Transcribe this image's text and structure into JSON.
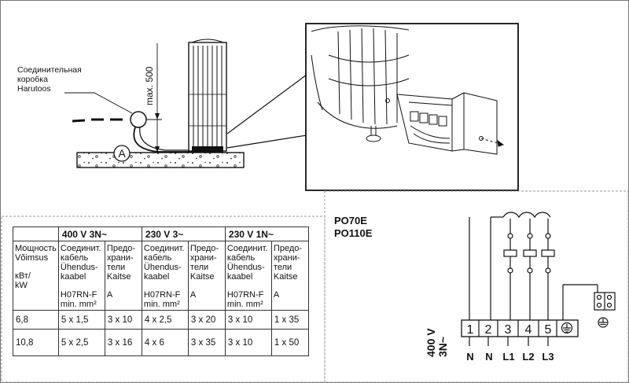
{
  "installation": {
    "junction_box_label": [
      "Соединительная",
      "коробка",
      "Harutoos"
    ],
    "height_label": "max. 500",
    "cable_marker": "A"
  },
  "table": {
    "groups": [
      "400 V 3N~",
      "230 V 3~",
      "230 V 1N~"
    ],
    "power_header": [
      "Мощность",
      "Võimsus",
      "",
      "кВт/",
      "kW"
    ],
    "cable_header": [
      "Соединит.",
      "кабель",
      "Ühendus-",
      "kaabel",
      "",
      "H07RN-F",
      "min. mm²"
    ],
    "fuse_header": [
      "Предо-",
      "храни-",
      "тели",
      "Kaitse",
      "",
      "A"
    ],
    "rows": [
      {
        "power": "6,8",
        "cells": [
          "5 x 1,5",
          "3 x 10",
          "4 x 2,5",
          "3 x 20",
          "3 x 10",
          "1 x 35"
        ]
      },
      {
        "power": "10,8",
        "cells": [
          "5 x 2,5",
          "3 x 16",
          "4 x 6",
          "3 x 35",
          "3 x 10",
          "1 x 50"
        ]
      }
    ]
  },
  "wiring": {
    "models": [
      "PO70E",
      "PO110E"
    ],
    "voltage": [
      "400 V",
      "3N~"
    ],
    "terminals": [
      "1",
      "2",
      "3",
      "4",
      "5"
    ],
    "terminal_labels": [
      "N",
      "N",
      "L1",
      "L2",
      "L3"
    ]
  },
  "colors": {
    "line": "#111111",
    "border": "#777777",
    "dash": "#aaaaaa"
  }
}
